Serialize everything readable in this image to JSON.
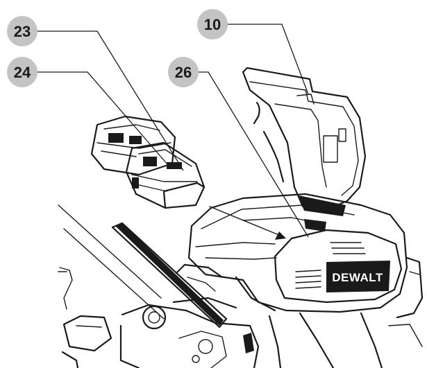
{
  "callouts": [
    {
      "id": "c23",
      "label": "23"
    },
    {
      "id": "c24",
      "label": "24"
    },
    {
      "id": "c26",
      "label": "26"
    },
    {
      "id": "c10",
      "label": "10"
    }
  ],
  "brand": {
    "text": "DEWALT"
  },
  "colors": {
    "callout_bg": "#c4c4c4",
    "ink": "#1a1a1a"
  }
}
